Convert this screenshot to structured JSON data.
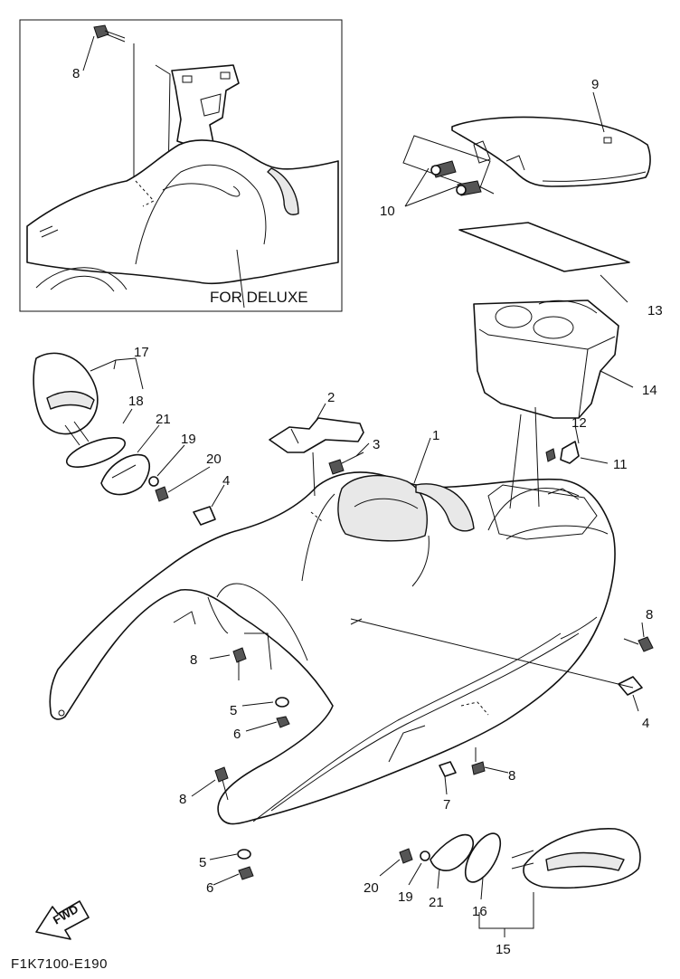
{
  "inset": {
    "caption": "FOR DELUXE",
    "callout": "8"
  },
  "callouts": {
    "c1": "1",
    "c2": "2",
    "c3": "3",
    "c4a": "4",
    "c4b": "4",
    "c5a": "5",
    "c5b": "5",
    "c6a": "6",
    "c6b": "6",
    "c7": "7",
    "c8a": "8",
    "c8b": "8",
    "c8c": "8",
    "c8d": "8",
    "c9": "9",
    "c10": "10",
    "c11": "11",
    "c12": "12",
    "c13": "13",
    "c14": "14",
    "c15": "15",
    "c16": "16",
    "c17": "17",
    "c18": "18",
    "c19a": "19",
    "c19b": "19",
    "c20a": "20",
    "c20b": "20",
    "c21a": "21",
    "c21b": "21"
  },
  "fwd_label": "FWD",
  "drawing_code": "F1K7100-E190"
}
